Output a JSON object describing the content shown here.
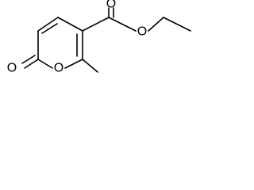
{
  "molecule": {
    "atoms": [
      {
        "id": "C_ring_top",
        "label": ""
      },
      {
        "id": "C_ring_upper_left",
        "label": ""
      },
      {
        "id": "C_ring_carbonyl",
        "label": ""
      },
      {
        "id": "O_ring",
        "label": "O"
      },
      {
        "id": "C_ring_methyl_bearing",
        "label": ""
      },
      {
        "id": "C_ring_ester_bearing",
        "label": ""
      },
      {
        "id": "O_lactone_carbonyl",
        "label": "O"
      },
      {
        "id": "C_methyl",
        "label": ""
      },
      {
        "id": "C_ester_carbonyl",
        "label": ""
      },
      {
        "id": "O_ester_carbonyl",
        "label": "O"
      },
      {
        "id": "O_ester_ether",
        "label": "O"
      },
      {
        "id": "C_ethyl_ch2",
        "label": ""
      },
      {
        "id": "C_ethyl_ch3",
        "label": ""
      }
    ],
    "colors": {
      "line": "#000000",
      "background": "#ffffff"
    }
  }
}
